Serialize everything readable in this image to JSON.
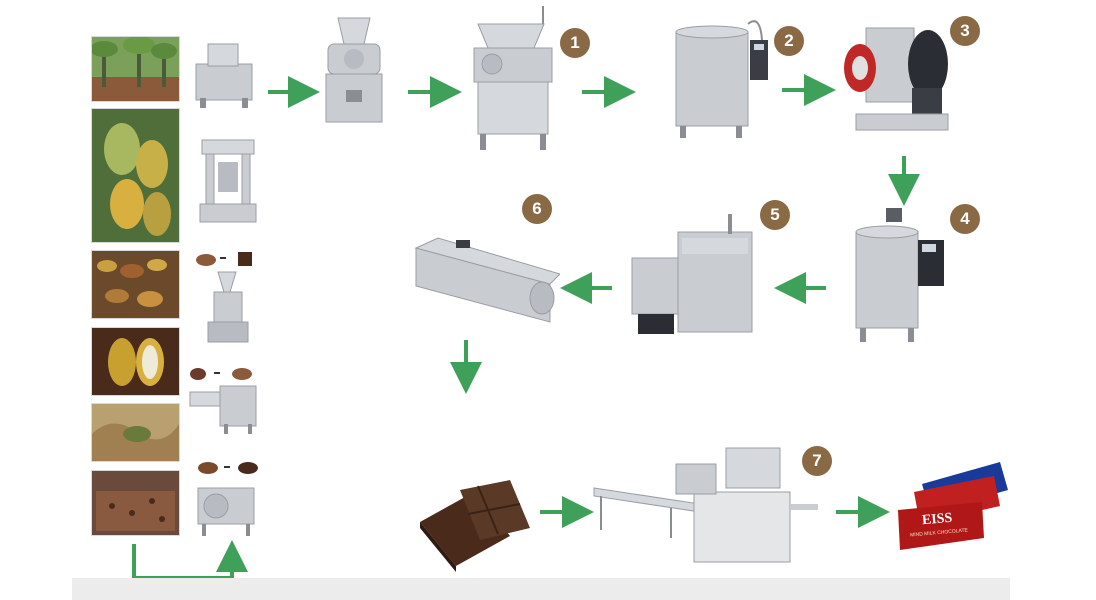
{
  "colors": {
    "arrow": "#3fa05a",
    "badge": "#8a6a45",
    "steel": "#c9ccd0",
    "cocoa": "#5a3a26"
  },
  "steps": [
    {
      "label": "1"
    },
    {
      "label": "2"
    },
    {
      "label": "3"
    },
    {
      "label": "4"
    },
    {
      "label": "5"
    },
    {
      "label": "6"
    },
    {
      "label": "7"
    }
  ],
  "packaging": {
    "brand": "EISS",
    "product_line": "MIND MILK CHOCOLATE"
  }
}
